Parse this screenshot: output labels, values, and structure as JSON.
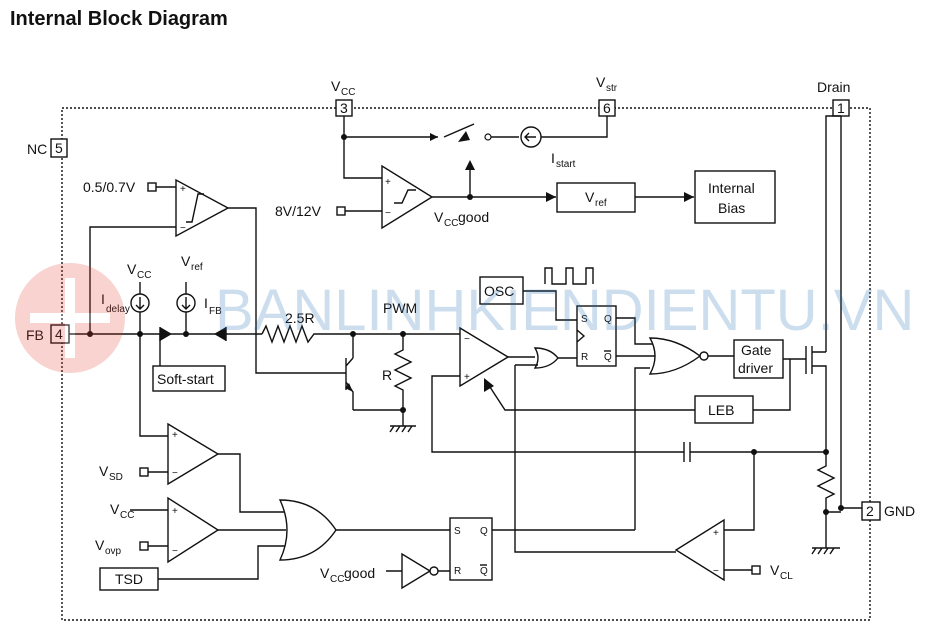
{
  "title": "Internal Block Diagram",
  "pins": {
    "vcc": {
      "num": "3",
      "name": "V",
      "sub": "CC"
    },
    "vstr": {
      "num": "6",
      "name": "V",
      "sub": "str"
    },
    "drain": {
      "num": "1",
      "name": "Drain"
    },
    "nc": {
      "num": "5",
      "name": "NC"
    },
    "fb": {
      "num": "4",
      "name": "FB"
    },
    "gnd": {
      "num": "2",
      "name": "GND"
    }
  },
  "labels": {
    "istart": "I",
    "istart_sub": "start",
    "th_fb": "0.5/0.7V",
    "th_vcc": "8V/12V",
    "vcc_good": "V",
    "vcc_good_sub": "CC",
    "vcc_good_txt": " good",
    "vref": "V",
    "vref_sub": "ref",
    "internal_bias_1": "Internal",
    "internal_bias_2": "Bias",
    "vcc_small": "V",
    "vcc_small_sub": "CC",
    "vref_small": "V",
    "vref_small_sub": "ref",
    "idelay": "I",
    "idelay_sub": "delay",
    "ifb": "I",
    "ifb_sub": "FB",
    "r25": "2.5R",
    "pwm": "PWM",
    "r": "R",
    "osc": "OSC",
    "soft_start": "Soft-start",
    "s": "S",
    "r_in": "R",
    "q": "Q",
    "qbar": "Q",
    "gate_driver_1": "Gate",
    "gate_driver_2": "driver",
    "leb": "LEB",
    "vsd": "V",
    "vsd_sub": "SD",
    "vcc_ovp": "V",
    "vcc_ovp_sub": "CC",
    "vovp": "V",
    "vovp_sub": "ovp",
    "tsd": "TSD",
    "vcc_good2": "V",
    "vcc_good2_sub": "CC",
    "vcc_good2_txt": " good",
    "vcl": "V",
    "vcl_sub": "CL",
    "plus": "+",
    "minus": "−"
  },
  "watermark": "BANLINHKIENDIENTU.VN"
}
